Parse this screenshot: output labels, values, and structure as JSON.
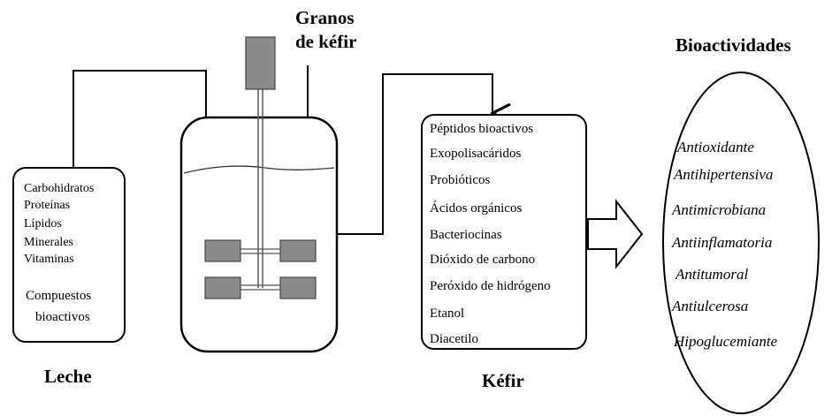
{
  "title_grains": [
    "Granos",
    "de kéfir"
  ],
  "milk": {
    "label": "Leche",
    "components": [
      "Carbohidratos",
      "Proteínas",
      "Lípidos",
      "Minerales",
      "Vitaminas"
    ],
    "bioactive": [
      "Compuestos",
      "bioactivos"
    ]
  },
  "kefir": {
    "label": "Kéfir",
    "components": [
      "Péptidos bioactivos",
      "Exopolisacáridos",
      "Probióticos",
      "Ácidos orgánicos",
      "Bacteriocinas",
      "Dióxido de carbono",
      "Peróxido de hidrógeno",
      "Etanol",
      "Diacetilo"
    ]
  },
  "bioactivities": {
    "title": "Bioactividades",
    "items": [
      "Antioxidante",
      "Antihipertensiva",
      "Antimicrobiana",
      "Antiinflamatoria",
      "Antitumoral",
      "Antiulcerosa",
      "Hipoglucemiante"
    ]
  }
}
